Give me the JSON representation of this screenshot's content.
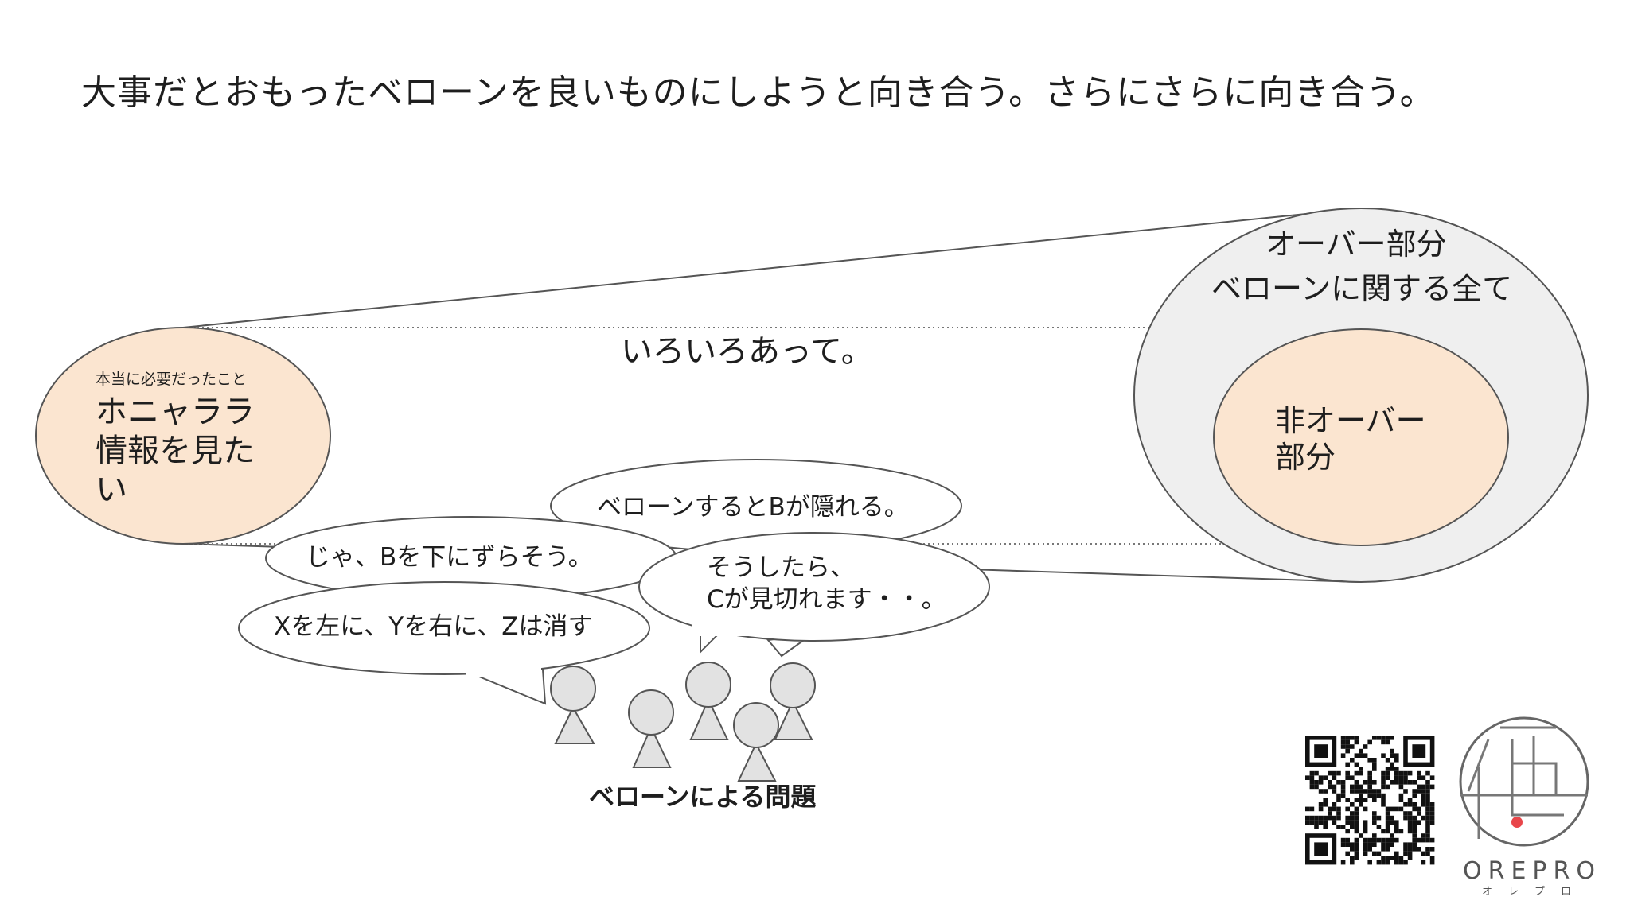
{
  "title": "大事だとおもったベローンを良いものにしようと向き合う。さらにさらに向き合う。",
  "middle_text": "いろいろあって。",
  "left_ellipse": {
    "small_label": "本当に必要だったこと",
    "big_label": "ホニャララ情報を見たい"
  },
  "outer_ellipse": {
    "line1": "オーバー部分",
    "line2": "ベローンに関する全て"
  },
  "inner_ellipse": {
    "label": "非オーバー部分"
  },
  "bubbles": {
    "b1": "ベローンするとBが隠れる。",
    "b2": "じゃ、Bを下にずらそう。",
    "b3_line1": "そうしたら、",
    "b3_line2": "Cが見切れます・・。",
    "b4": "Xを左に、Yを右に、Zは消す"
  },
  "caption": "ベローンによる問題",
  "logo": {
    "name": "OREPRO",
    "kana": "オレプロ",
    "kanji": "俺",
    "dot_color": "#e8464a"
  },
  "colors": {
    "peach": "#fbe5d0",
    "outer_gray": "#efefef",
    "line": "#555555",
    "person_fill": "#e2e2e2"
  }
}
